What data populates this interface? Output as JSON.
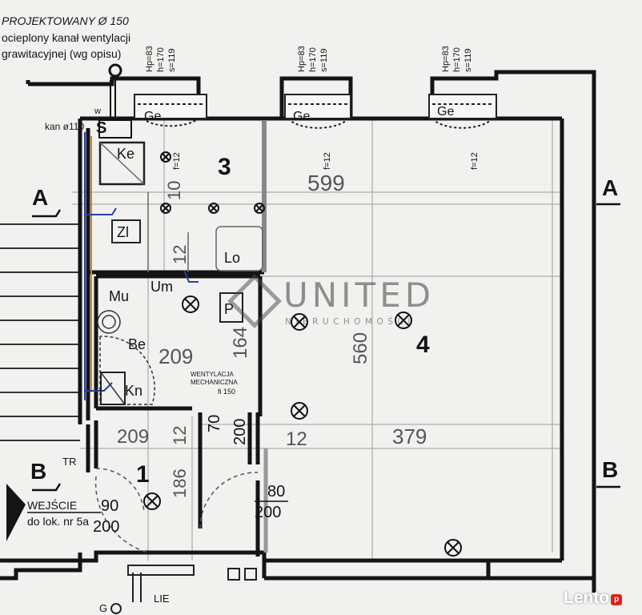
{
  "note": {
    "line1": "PROJEKTOWANY Ø 150",
    "line2": "ocieplony kanał wentylacji",
    "line3": "grawitacyjnej (wg opisu)"
  },
  "window_spec": {
    "s": "s=119",
    "h": "h=170",
    "hp": "Hp=83"
  },
  "radiator": "Ge",
  "f_label": "f=12",
  "section_marks": {
    "a": "A",
    "b": "B"
  },
  "rooms": {
    "r1": {
      "number": "1",
      "dim1": "209",
      "dim2": "12",
      "dim3": "186"
    },
    "r3": {
      "number": "3",
      "dim1": "10",
      "dim2": "12",
      "dim3": "599"
    },
    "r4": {
      "number": "4",
      "dim1": "560",
      "dim2": "379",
      "dim3": "12"
    },
    "bath": {
      "dim1": "209",
      "dim2": "164"
    }
  },
  "fixtures": {
    "ke": "Ke",
    "zl": "Zl",
    "lo": "Lo",
    "mu": "Mu",
    "um": "Um",
    "be": "Be",
    "kn": "Kn",
    "p": "P",
    "tr": "TR",
    "lie": "LIE",
    "g": "G",
    "w": "w",
    "s": "S",
    "kan": "kan ø110"
  },
  "ventilation": {
    "line1": "WENTYLACJA",
    "line2": "MECHANICZNA",
    "line3": "fi 150"
  },
  "doors": {
    "d70": "70",
    "d200a": "200",
    "d80": "80",
    "d200b": "200",
    "d90": "90",
    "d200c": "200"
  },
  "entrance": {
    "line1": "WEJŚCIE",
    "line2": "do lok. nr 5a"
  },
  "watermark": {
    "word": "UNITED",
    "sub": "NIERUCHOMOŚCI"
  },
  "footer_brand": "Lento",
  "colors": {
    "line": "#1a1a1a",
    "pipe": "#2a3fa0",
    "heating": "#c8893a",
    "paper": "#f1f1ef"
  }
}
